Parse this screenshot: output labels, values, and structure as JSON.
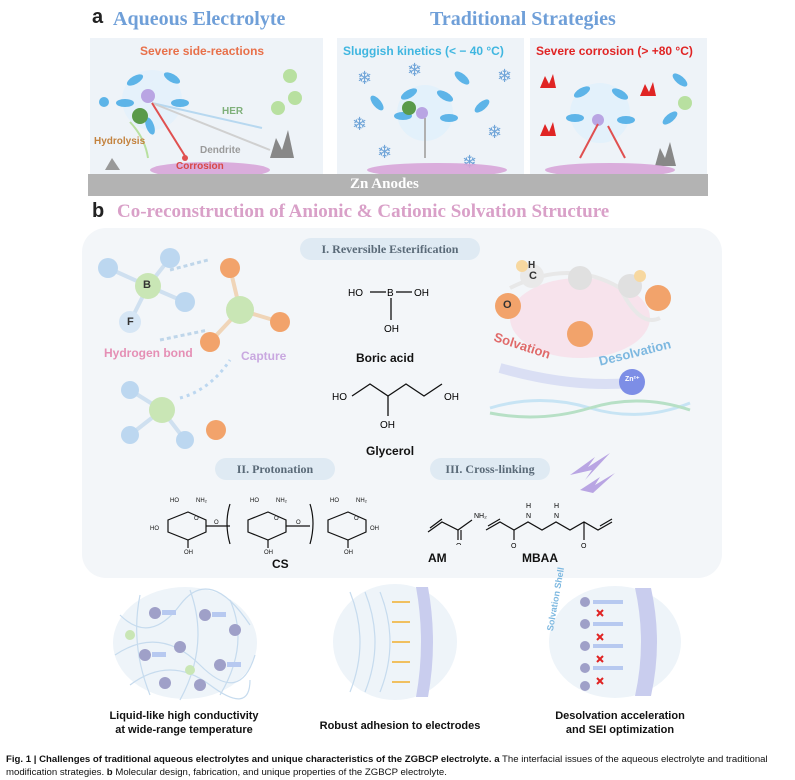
{
  "panel_a": {
    "letter": "a",
    "title_left": "Aqueous Electrolyte",
    "title_right": "Traditional Strategies",
    "box1": {
      "heading": "Severe side-reactions",
      "labels": {
        "her": "HER",
        "hydrolysis": "Hydrolysis",
        "dendrite": "Dendrite",
        "corrosion": "Corrosion"
      }
    },
    "box2": {
      "heading": "Sluggish kinetics (< − 40 °C)"
    },
    "box3": {
      "heading": "Severe corrosion (> +80 °C)"
    },
    "anode_label": "Zn Anodes",
    "colors": {
      "title": "#6f9fd8",
      "box1_heading": "#e8704a",
      "box2_heading": "#3fb6e0",
      "box3_heading": "#e02424"
    }
  },
  "panel_b": {
    "letter": "b",
    "title": "Co-reconstruction of Anionic & Cationic Solvation Structure",
    "pill_1": "I. Reversible Esterification",
    "pill_2": "II. Protonation",
    "pill_3": "III. Cross-linking",
    "left_scheme": {
      "atom_b": "B",
      "atom_f": "F",
      "hbond": "Hydrogen bond",
      "capture": "Capture"
    },
    "right_scheme": {
      "atom_h": "H",
      "atom_c": "C",
      "atom_o": "O",
      "solvation": "Solvation",
      "desolvation": "Desolvation",
      "zn_label": "Zn²⁺"
    },
    "molecules": {
      "boric_acid": {
        "name": "Boric acid",
        "atoms": [
          "HO",
          "B",
          "OH",
          "OH"
        ]
      },
      "glycerol": {
        "name": "Glycerol",
        "atoms": [
          "HO",
          "OH",
          "OH"
        ]
      },
      "cs": {
        "name": "CS",
        "atoms": [
          "HO",
          "NH₂",
          "HO",
          "NH₂",
          "HO",
          "NH₂",
          "OH",
          "OH",
          "OH",
          "O",
          "O",
          "O",
          "O",
          "O",
          "HO",
          "OH"
        ]
      },
      "am": {
        "name": "AM",
        "atoms": [
          "NH₂",
          "O"
        ]
      },
      "mbaa": {
        "name": "MBAA",
        "atoms": [
          "H",
          "N",
          "H",
          "N",
          "O",
          "O"
        ]
      }
    },
    "bottom": {
      "box1": {
        "line1": "Liquid-like high conductivity",
        "line2": "at wide-range temperature"
      },
      "box2": {
        "line1": "Robust adhesion to electrodes"
      },
      "box3": {
        "line1": "Desolvation acceleration",
        "line2": "and SEI optimization",
        "shell_label": "Solvation Shell"
      }
    }
  },
  "caption": {
    "bold": "Fig. 1 | Challenges of traditional aqueous electrolytes and unique characteristics of the ZGBCP electrolyte.",
    "a_letter": "a",
    "a_text": "The interfacial issues of the aqueous electrolyte and traditional modification strategies.",
    "b_letter": "b",
    "b_text": "Molecular design, fabrication, and unique properties of the ZGBCP electrolyte."
  }
}
